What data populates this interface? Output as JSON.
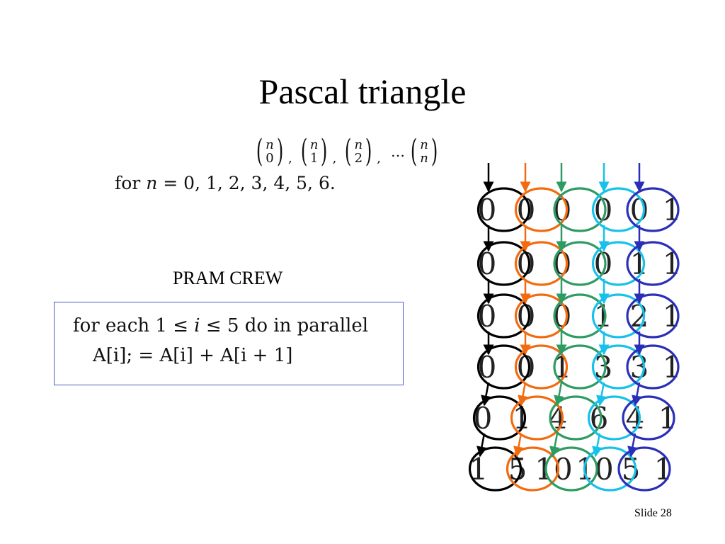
{
  "slide": {
    "title": "Pascal triangle",
    "binomials": {
      "n_symbol": "n",
      "ks": [
        "0",
        "1",
        "2",
        "n"
      ],
      "separator": ",",
      "ellipsis": "…"
    },
    "for_n_line": {
      "prefix": "for ",
      "var": "n",
      "rest": " = 0, 1, 2, 3, 4, 5, 6."
    },
    "model_label": "PRAM CREW",
    "code": {
      "line1_a": "for each 1 ≤ ",
      "line1_var": "i",
      "line1_b": " ≤ 5 do in parallel",
      "line2": "A[i]; = A[i] + A[i + 1]"
    },
    "slide_number": "Slide 28"
  },
  "triangle": {
    "rows": [
      [
        "0",
        "0",
        "0",
        "0",
        "0",
        "1"
      ],
      [
        "0",
        "0",
        "0",
        "0",
        "1",
        "1"
      ],
      [
        "0",
        "0",
        "0",
        "1",
        "2",
        "1"
      ],
      [
        "0",
        "0",
        "1",
        "3",
        "3",
        "1"
      ],
      [
        "0",
        "1",
        "4",
        "6",
        "4",
        "1"
      ],
      [
        "1",
        "5",
        "10",
        "10",
        "5",
        "1"
      ]
    ],
    "processor_colors": [
      "#000000",
      "#f26b0f",
      "#2e9b63",
      "#18c1ea",
      "#2b2fb8"
    ]
  }
}
